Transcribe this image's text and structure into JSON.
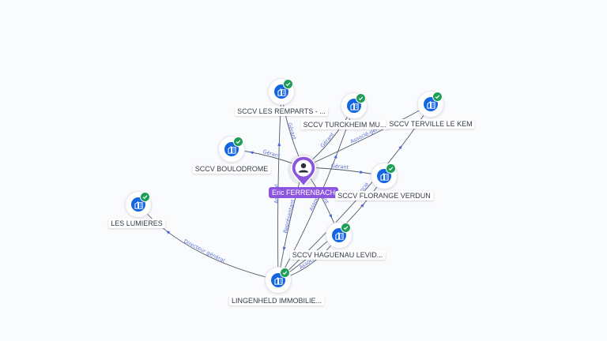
{
  "center": {
    "name": "Eric FERRENBACH",
    "icon": "person-icon",
    "color": "#8b55e0"
  },
  "companies": [
    {
      "id": "sccv-remparts",
      "label": "SCCV LES REMPARTS - ...",
      "icon": "building-icon",
      "status": "check-icon"
    },
    {
      "id": "sccv-turckheim",
      "label": "SCCV TURCKHEIM MU...",
      "icon": "building-icon",
      "status": "check-icon"
    },
    {
      "id": "sccv-terville",
      "label": "SCCV TERVILLE LE KEM",
      "icon": "building-icon",
      "status": "check-icon"
    },
    {
      "id": "sccv-boulodrome",
      "label": "SCCV BOULODROME",
      "icon": "building-icon",
      "status": "check-icon"
    },
    {
      "id": "sccv-florange",
      "label": "SCCV FLORANGE VERDUN",
      "icon": "building-icon",
      "status": "check-icon"
    },
    {
      "id": "les-lumieres",
      "label": "LES LUMIERES",
      "icon": "building-icon",
      "status": "check-icon"
    },
    {
      "id": "sccv-haguenau",
      "label": "SCCV HAGUENAU LEVID...",
      "icon": "building-icon",
      "status": "check-icon"
    },
    {
      "id": "lingenheld",
      "label": "LINGENHELD IMMOBILIE...",
      "icon": "building-icon",
      "status": "check-icon"
    }
  ],
  "edge_labels": {
    "gerant": "Gérant",
    "associe_gerant": "Associé-gérant",
    "directeur_general": "Directeur général",
    "representant": "Représentant",
    "associe": "Associé"
  },
  "colors": {
    "node": "#1466e0",
    "check": "#1e9e57",
    "edge_label": "#5b6fd6"
  }
}
